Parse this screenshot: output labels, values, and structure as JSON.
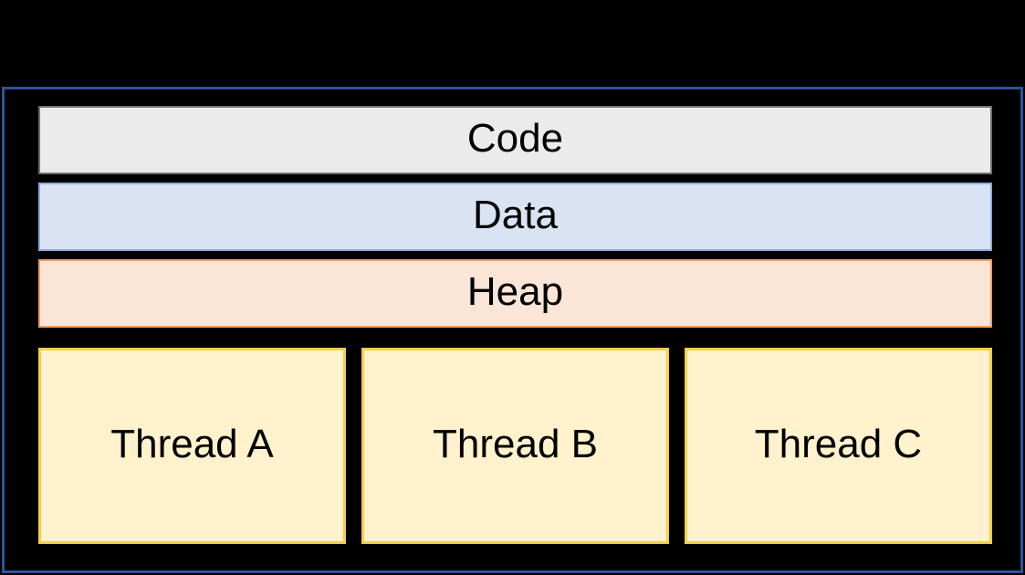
{
  "diagram": {
    "background_color": "#000000",
    "process_border_color": "#2F5496",
    "text_color": "#000000",
    "segments": [
      {
        "label": "Code",
        "fill": "#EBEBEB",
        "border": "#707070"
      },
      {
        "label": "Data",
        "fill": "#DAE3F3",
        "border": "#8FAADC"
      },
      {
        "label": "Heap",
        "fill": "#FBE5D6",
        "border": "#EE9E63"
      }
    ],
    "threads": [
      {
        "label": "Thread A",
        "fill": "#FFF2CC",
        "border": "#F5CE4B"
      },
      {
        "label": "Thread B",
        "fill": "#FFF2CC",
        "border": "#F5CE4B"
      },
      {
        "label": "Thread C",
        "fill": "#FFF2CC",
        "border": "#F5CE4B"
      }
    ]
  }
}
